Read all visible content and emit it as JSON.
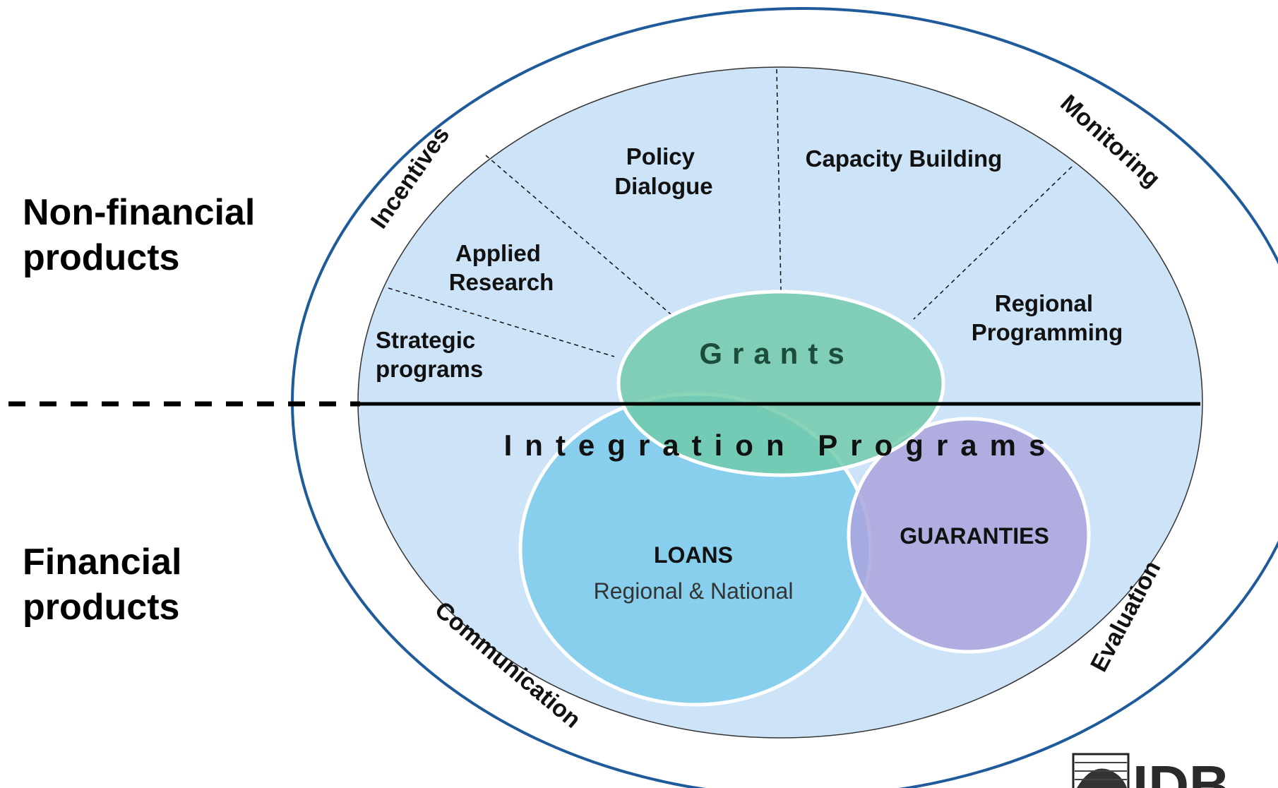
{
  "side_labels": {
    "non_financial": [
      "Non-financial",
      "products"
    ],
    "financial": [
      "Financial",
      "products"
    ]
  },
  "ring_labels": {
    "incentives": "Incentives",
    "monitoring": "Monitoring",
    "communication": "Communication",
    "evaluation": "Evaluation"
  },
  "segments": {
    "policy_dialogue": [
      "Policy",
      "Dialogue"
    ],
    "capacity_building": "Capacity Building",
    "applied_research": [
      "Applied",
      "Research"
    ],
    "strategic_programs": [
      "Strategic",
      "programs"
    ],
    "regional_programming": [
      "Regional",
      "Programming"
    ]
  },
  "grants": "Grants",
  "integration_programs": "Integration Programs",
  "loans": {
    "title": "LOANS",
    "subtitle": "Regional & National"
  },
  "guaranties": "GUARANTIES",
  "logo": {
    "text": "IDB"
  },
  "colors": {
    "outer_ring": "#1f5a9a",
    "inner_fill": "#cce3f8",
    "grants_fill": "#6fc9a8",
    "loans_fill": "#7fcceb",
    "guaranties_fill": "#aaa4dd"
  }
}
